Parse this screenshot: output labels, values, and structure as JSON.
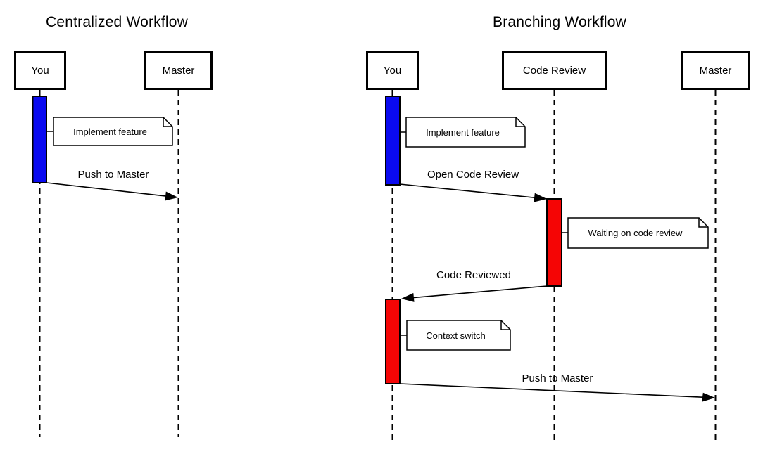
{
  "colors": {
    "activation_blue": "#0a0af0",
    "activation_red": "#f50505",
    "line": "#000000",
    "background": "#ffffff"
  },
  "diagrams": [
    {
      "title": "Centralized Workflow",
      "actors": [
        {
          "label": "You"
        },
        {
          "label": "Master"
        }
      ],
      "notes": [
        {
          "text": "Implement feature"
        }
      ],
      "messages": [
        {
          "label": "Push to Master"
        }
      ]
    },
    {
      "title": "Branching Workflow",
      "actors": [
        {
          "label": "You"
        },
        {
          "label": "Code Review"
        },
        {
          "label": "Master"
        }
      ],
      "notes": [
        {
          "text": "Implement feature"
        },
        {
          "text": "Waiting on code review"
        },
        {
          "text": "Context switch"
        }
      ],
      "messages": [
        {
          "label": "Open Code Review"
        },
        {
          "label": "Code Reviewed"
        },
        {
          "label": "Push to Master"
        }
      ]
    }
  ]
}
